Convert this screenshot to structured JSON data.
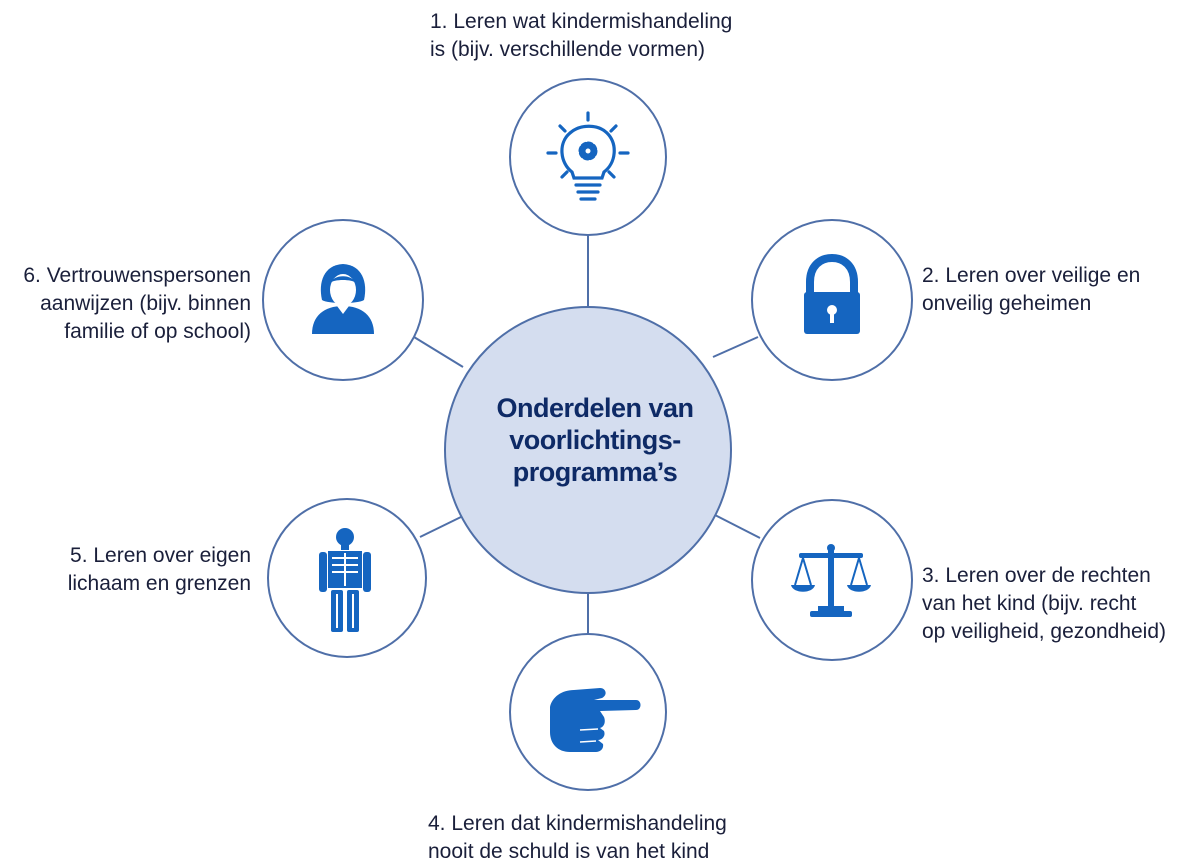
{
  "center": {
    "line1": "Onderdelen van",
    "line2": "voorlichtings-",
    "line3": "programma’s"
  },
  "colors": {
    "icon": "#1565c0",
    "circle_stroke": "#4f6fa8",
    "center_fill": "#d4ddef",
    "text": "#1a1f3a",
    "center_text": "#0e2a66"
  },
  "nodes": [
    {
      "id": 1,
      "icon": "lightbulb-gear-icon",
      "lines": [
        "1. Leren wat kindermishandeling",
        "is (bijv. verschillende vormen)"
      ]
    },
    {
      "id": 2,
      "icon": "padlock-icon",
      "lines": [
        "2. Leren over veilige en",
        "onveilig geheimen"
      ]
    },
    {
      "id": 3,
      "icon": "scales-of-justice-icon",
      "lines": [
        "3. Leren over de rechten",
        "van het kind (bijv. recht",
        "op veiligheid, gezondheid)"
      ]
    },
    {
      "id": 4,
      "icon": "pointing-hand-icon",
      "lines": [
        "4. Leren dat kindermishandeling",
        "nooit de schuld is van het kind"
      ]
    },
    {
      "id": 5,
      "icon": "skeleton-body-icon",
      "lines": [
        "5. Leren over eigen",
        "lichaam en grenzen"
      ]
    },
    {
      "id": 6,
      "icon": "woman-person-icon",
      "lines": [
        "6. Vertrouwenspersonen",
        "aanwijzen (bijv. binnen",
        "familie of op school)"
      ]
    }
  ]
}
